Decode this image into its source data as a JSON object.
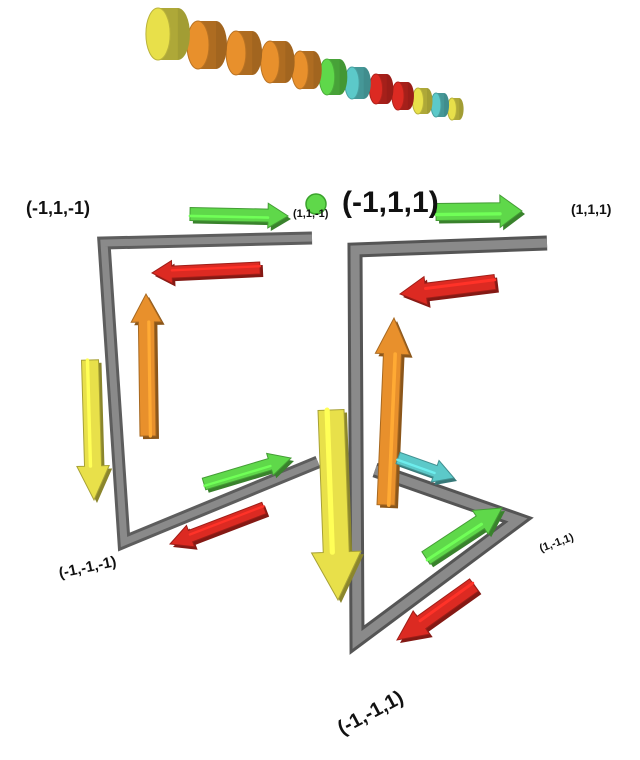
{
  "labels": {
    "corner_back_top_left": "(-1,1,-1)",
    "corner_back_top_right": "(1,1,-1)",
    "corner_front_top_left": "(-1,1,1)",
    "corner_front_top_right": "(1,1,1)",
    "corner_back_bottom_left": "(-1,-1,-1)",
    "corner_front_bottom_left": "(-1,-1,1)",
    "corner_front_bottom_right": "(1,-1,1)"
  },
  "colors": {
    "yellow": "#e8e04a",
    "orange": "#e8902c",
    "green": "#5fd84a",
    "cyan": "#5cc9c9",
    "red": "#dc2a22",
    "frame": "#7a7a7a"
  },
  "disc_sequence": [
    "yellow",
    "orange",
    "orange",
    "orange",
    "orange",
    "green",
    "cyan",
    "red",
    "red",
    "yellow",
    "cyan",
    "yellow"
  ],
  "arrow_icons": [
    "arrow-right-icon",
    "arrow-left-icon",
    "arrow-up-icon",
    "arrow-down-icon"
  ]
}
